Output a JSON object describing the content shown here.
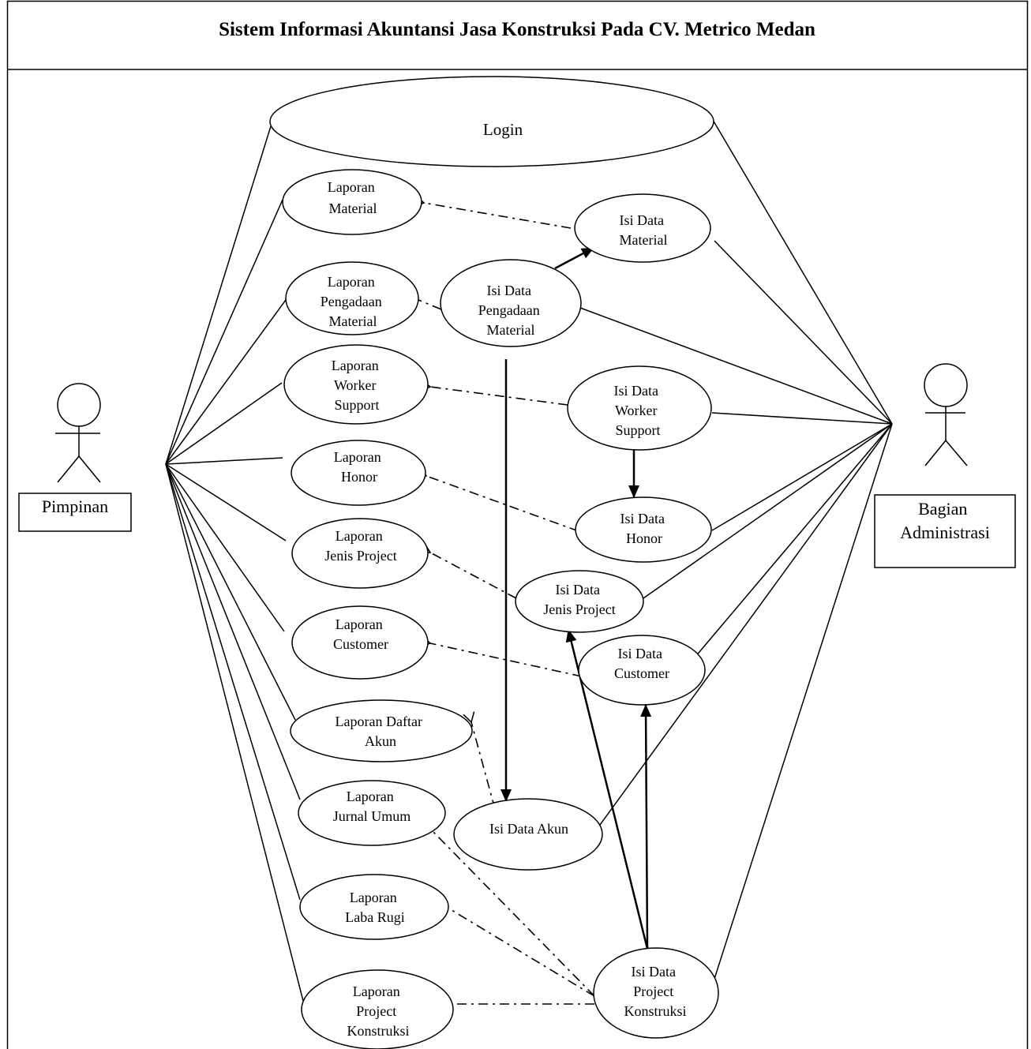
{
  "title": "Sistem Informasi Akuntansi Jasa Konstruksi Pada CV. Metrico Medan",
  "actors": {
    "pimpinan": "Pimpinan",
    "bagian_administrasi": [
      "Bagian",
      "Administrasi"
    ]
  },
  "use_cases": {
    "login": [
      "Login"
    ],
    "laporan_material": [
      "Laporan",
      "Material"
    ],
    "isi_data_material": [
      "Isi Data",
      "Material"
    ],
    "laporan_pengadaan_material": [
      "Laporan",
      "Pengadaan",
      "Material"
    ],
    "isi_data_pengadaan_material": [
      "Isi Data",
      "Pengadaan",
      "Material"
    ],
    "laporan_worker_support": [
      "Laporan",
      "Worker",
      "Support"
    ],
    "isi_data_worker_support": [
      "Isi Data",
      "Worker",
      "Support"
    ],
    "laporan_honor": [
      "Laporan",
      "Honor"
    ],
    "isi_data_honor": [
      "Isi Data",
      "Honor"
    ],
    "laporan_jenis_project": [
      "Laporan",
      "Jenis Project"
    ],
    "isi_data_jenis_project": [
      "Isi Data",
      "Jenis Project"
    ],
    "laporan_customer": [
      "Laporan",
      "Customer"
    ],
    "isi_data_customer": [
      "Isi Data",
      "Customer"
    ],
    "laporan_daftar_akun": [
      "Laporan Daftar",
      "Akun"
    ],
    "laporan_jurnal_umum": [
      "Laporan",
      "Jurnal Umum"
    ],
    "isi_data_akun": [
      "Isi Data Akun"
    ],
    "laporan_laba_rugi": [
      "Laporan",
      "Laba Rugi"
    ],
    "isi_data_project_konstruksi": [
      "Isi Data",
      "Project",
      "Konstruksi"
    ],
    "laporan_project_konstruksi": [
      "Laporan",
      "Project",
      "Konstruksi"
    ]
  }
}
